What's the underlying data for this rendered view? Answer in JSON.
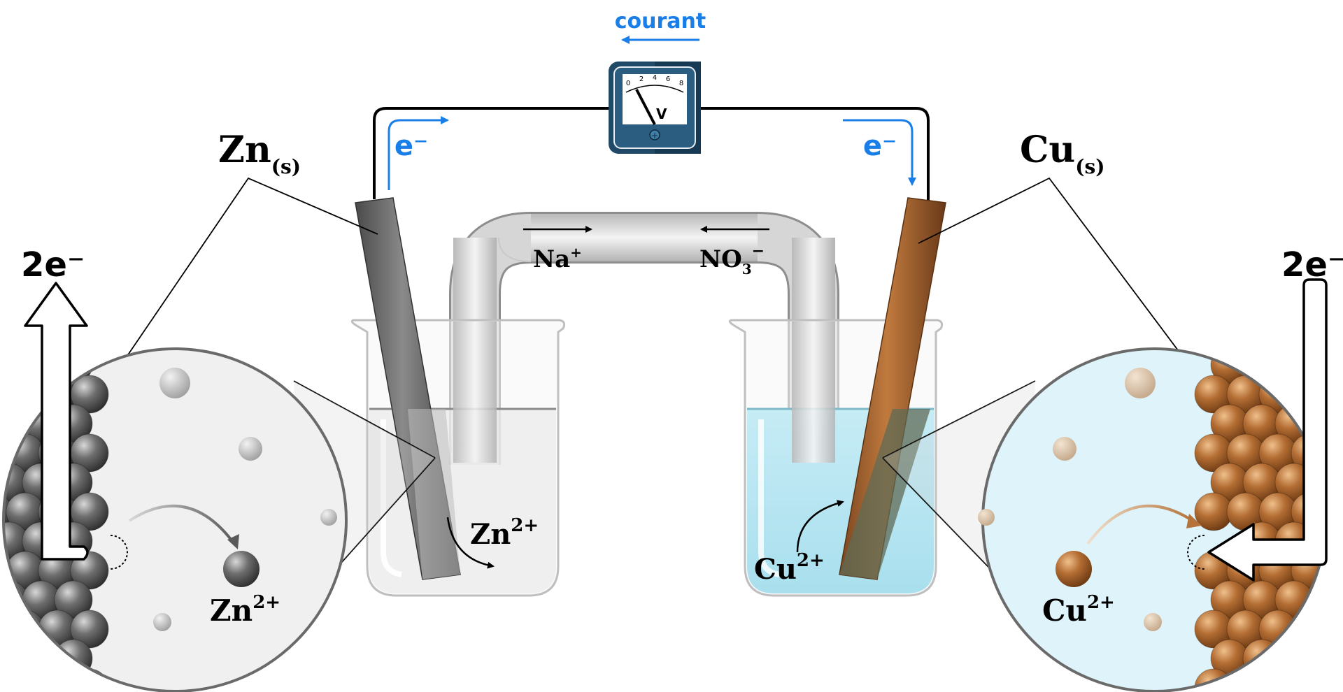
{
  "labels": {
    "courant": "courant",
    "electron_left": "e⁻",
    "electron_right": "e⁻",
    "zn_solid": "Zn",
    "zn_solid_sub": "(s)",
    "cu_solid": "Cu",
    "cu_solid_sub": "(s)",
    "two_e_left": "2e⁻",
    "two_e_right": "2e⁻",
    "na": "Na",
    "na_sup": "+",
    "no3": "NO",
    "no3_sub": "3",
    "no3_sup": "−",
    "zn_ion_beaker": "Zn",
    "zn_ion_beaker_sup": "2+",
    "cu_ion_beaker": "Cu",
    "cu_ion_beaker_sup": "2+",
    "zn_ion_zoom": "Zn",
    "zn_ion_zoom_sup": "2+",
    "cu_ion_zoom": "Cu",
    "cu_ion_zoom_sup": "2+"
  },
  "voltmeter": {
    "scale": [
      "0",
      "2",
      "4",
      "6",
      "8"
    ],
    "unit": "V",
    "terminal": "+"
  },
  "colors": {
    "current_blue": "#1a7ee8",
    "zinc_gray": "#6b6b6b",
    "copper_brown": "#a0622d",
    "solution_blue": "#bfe9f3",
    "meter_dark": "#1f4966"
  }
}
